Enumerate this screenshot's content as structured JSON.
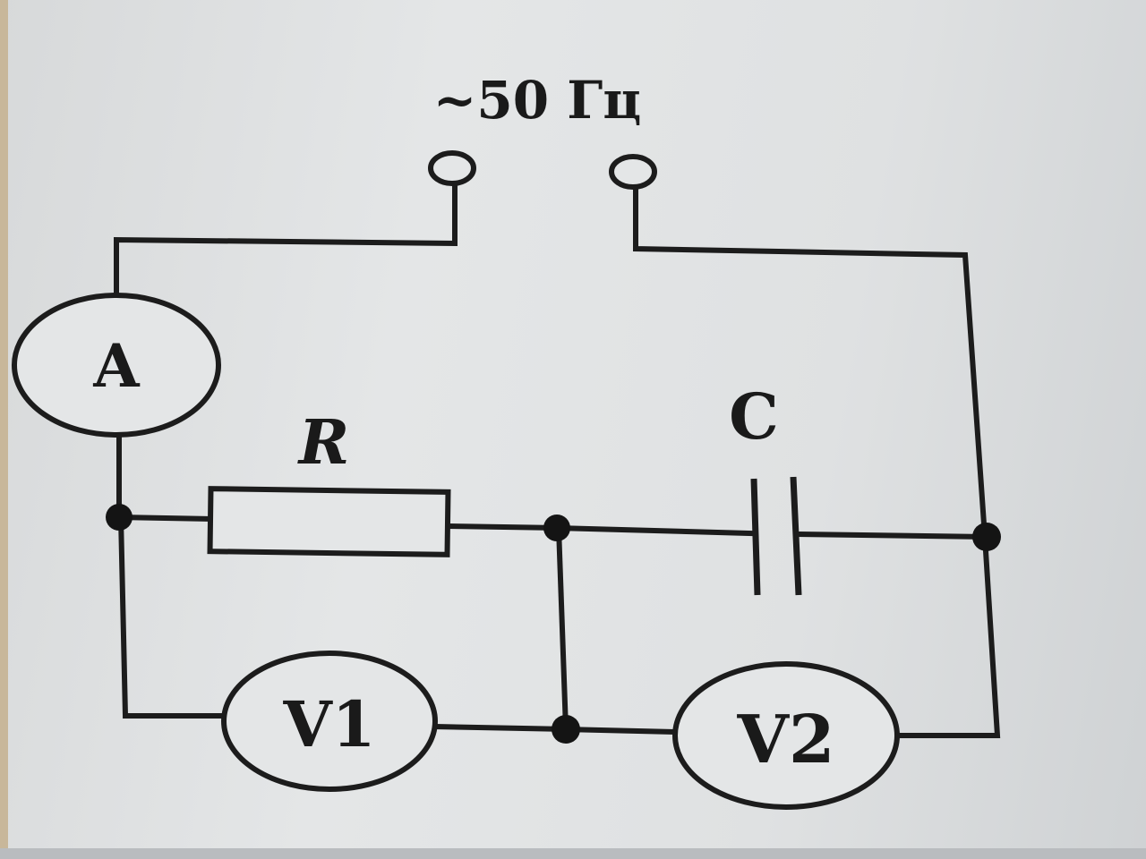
{
  "diagram": {
    "source_label": "~50 Гц",
    "ammeter_label": "A",
    "resistor_label": "R",
    "capacitor_label": "C",
    "voltmeter1_label": "V1",
    "voltmeter2_label": "V2"
  }
}
